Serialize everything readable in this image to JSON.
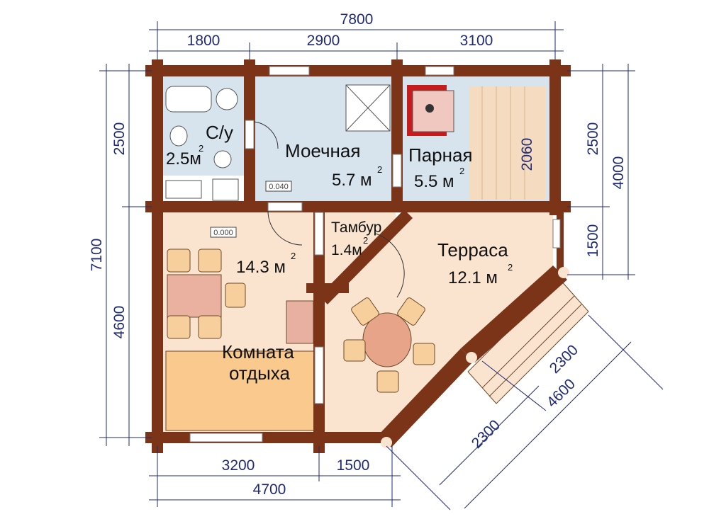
{
  "dimensions": {
    "top_total": "7800",
    "top_segments": [
      "1800",
      "2900",
      "3100"
    ],
    "left_total": "7100",
    "left_segments": [
      "2500",
      "4600"
    ],
    "right_total": "4000",
    "right_segments": [
      "2500",
      "1500"
    ],
    "bottom_segments": [
      "3200",
      "1500"
    ],
    "bottom_total": "4700",
    "diagonal_segments": [
      "2300",
      "2300"
    ],
    "diagonal_total": "4600",
    "steam_bench": "2060"
  },
  "rooms": {
    "bathroom": {
      "name": "С/у",
      "area": "2.5м",
      "unit_sup": "2"
    },
    "washroom": {
      "name": "Моечная",
      "area": "5.7 м",
      "unit_sup": "2",
      "level": "0.040"
    },
    "steam_room": {
      "name": "Парная",
      "area": "5.5 м",
      "unit_sup": "2"
    },
    "vestibule": {
      "name": "Тамбур",
      "area": "1.4м",
      "unit_sup": "2"
    },
    "terrace": {
      "name": "Терраса",
      "area": "12.1 м",
      "unit_sup": "2"
    },
    "rest_room": {
      "name_line1": "Комната",
      "name_line2": "отдыха",
      "area": "14.3 м",
      "unit_sup": "2",
      "level": "0.000"
    }
  },
  "colors": {
    "wall": "#7c3418",
    "dimension": "#1f2a78",
    "wet_floor": "#d7e4ee",
    "dry_floor": "#fbe4cf"
  }
}
